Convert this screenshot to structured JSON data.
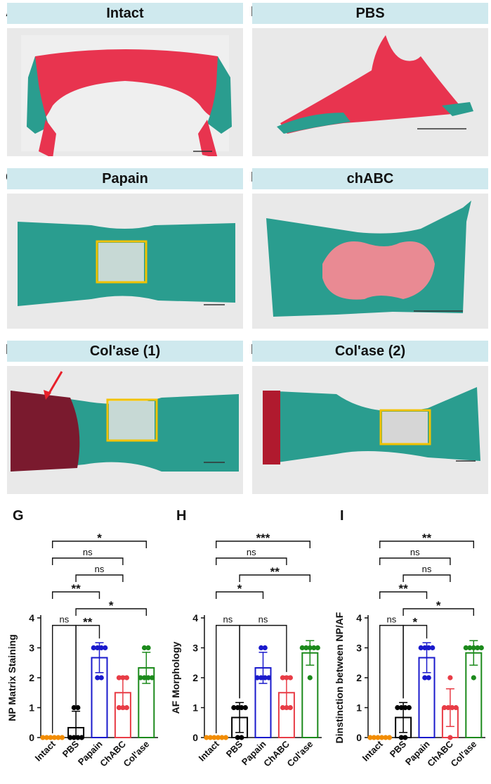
{
  "panels": [
    {
      "letter": "A",
      "title": "Intact"
    },
    {
      "letter": "B",
      "title": "PBS"
    },
    {
      "letter": "C",
      "title": "Papain"
    },
    {
      "letter": "D",
      "title": "chABC"
    },
    {
      "letter": "E",
      "title": "Col'ase (1)"
    },
    {
      "letter": "F",
      "title": "Col'ase (2)"
    }
  ],
  "colors": {
    "header_bg": "#cfe9ee",
    "stain_red": "#e8344f",
    "stain_green": "#2a9d8f",
    "highlight_box": "#f2c200",
    "arrow": "#e8202a",
    "Intact": "#f28c00",
    "PBS": "#000000",
    "Papain": "#1a1acc",
    "ChABC": "#e83c46",
    "Col'ase": "#1c8a1c"
  },
  "chart_data": [
    {
      "letter": "G",
      "type": "bar",
      "ylabel": "NP Matrix Staining",
      "ylim": [
        0,
        4
      ],
      "yticks": [
        "0",
        "1",
        "2",
        "3",
        "4"
      ],
      "categories": [
        "Intact",
        "PBS",
        "Papain",
        "ChABC",
        "Col'ase"
      ],
      "values": [
        0,
        0.33,
        2.67,
        1.5,
        2.33
      ],
      "errors": [
        0,
        0.55,
        0.5,
        0.55,
        0.52
      ],
      "points": [
        [
          0,
          0,
          0,
          0,
          0,
          0
        ],
        [
          0,
          0,
          0,
          0,
          1,
          1
        ],
        [
          2,
          2,
          3,
          3,
          3,
          3
        ],
        [
          1,
          1,
          1,
          2,
          2,
          2
        ],
        [
          2,
          2,
          2,
          2,
          3,
          3
        ]
      ],
      "brackets": [
        {
          "from": 0,
          "to": 1,
          "label": "ns",
          "level": 0
        },
        {
          "from": 1,
          "to": 2,
          "label": "**",
          "level": 0
        },
        {
          "from": 1,
          "to": 4,
          "label": "*",
          "level": 1
        },
        {
          "from": 0,
          "to": 2,
          "label": "**",
          "level": 2
        },
        {
          "from": 1,
          "to": 3,
          "label": "ns",
          "level": 3
        },
        {
          "from": 0,
          "to": 3,
          "label": "ns",
          "level": 4
        },
        {
          "from": 0,
          "to": 4,
          "label": "*",
          "level": 5
        }
      ]
    },
    {
      "letter": "H",
      "type": "bar",
      "ylabel": "AF Morphology",
      "ylim": [
        0,
        4
      ],
      "yticks": [
        "0",
        "1",
        "2",
        "3",
        "4"
      ],
      "categories": [
        "Intact",
        "PBS",
        "Papain",
        "ChABC",
        "Col'ase"
      ],
      "values": [
        0,
        0.67,
        2.33,
        1.5,
        2.83
      ],
      "errors": [
        0,
        0.5,
        0.52,
        0.55,
        0.41
      ],
      "points": [
        [
          0,
          0,
          0,
          0,
          0,
          0
        ],
        [
          0,
          0,
          1,
          1,
          1,
          1
        ],
        [
          2,
          2,
          2,
          2,
          3,
          3
        ],
        [
          1,
          1,
          1,
          2,
          2,
          2
        ],
        [
          2,
          3,
          3,
          3,
          3,
          3
        ]
      ],
      "brackets": [
        {
          "from": 0,
          "to": 1,
          "label": "ns",
          "level": 0
        },
        {
          "from": 1,
          "to": 3,
          "label": "ns",
          "level": 0
        },
        {
          "from": 0,
          "to": 2,
          "label": "*",
          "level": 2
        },
        {
          "from": 1,
          "to": 4,
          "label": "**",
          "level": 3
        },
        {
          "from": 0,
          "to": 3,
          "label": "ns",
          "level": 4
        },
        {
          "from": 0,
          "to": 4,
          "label": "***",
          "level": 5
        }
      ]
    },
    {
      "letter": "I",
      "type": "bar",
      "ylabel": "Dinstinction between NP/AF",
      "ylim": [
        0,
        4
      ],
      "yticks": [
        "0",
        "1",
        "2",
        "3",
        "4"
      ],
      "categories": [
        "Intact",
        "PBS",
        "Papain",
        "ChABC",
        "Col'ase"
      ],
      "values": [
        0,
        0.67,
        2.67,
        1.0,
        2.83
      ],
      "errors": [
        0,
        0.5,
        0.5,
        0.63,
        0.41
      ],
      "points": [
        [
          0,
          0,
          0,
          0,
          0,
          0
        ],
        [
          0,
          0,
          1,
          1,
          1,
          1
        ],
        [
          2,
          2,
          3,
          3,
          3,
          3
        ],
        [
          0,
          1,
          1,
          1,
          1,
          2
        ],
        [
          2,
          3,
          3,
          3,
          3,
          3
        ]
      ],
      "brackets": [
        {
          "from": 0,
          "to": 1,
          "label": "ns",
          "level": 0
        },
        {
          "from": 1,
          "to": 2,
          "label": "*",
          "level": 0
        },
        {
          "from": 1,
          "to": 4,
          "label": "*",
          "level": 1
        },
        {
          "from": 0,
          "to": 2,
          "label": "**",
          "level": 2
        },
        {
          "from": 1,
          "to": 3,
          "label": "ns",
          "level": 3
        },
        {
          "from": 0,
          "to": 3,
          "label": "ns",
          "level": 4
        },
        {
          "from": 0,
          "to": 4,
          "label": "**",
          "level": 5
        }
      ]
    }
  ]
}
